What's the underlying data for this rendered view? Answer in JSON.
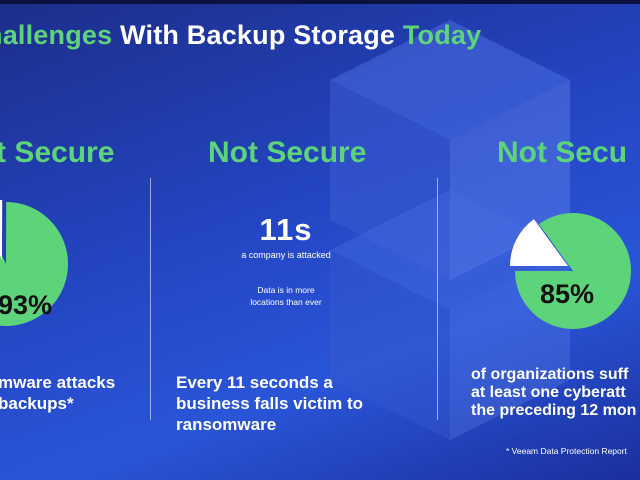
{
  "title": {
    "part1": "hallenges",
    "part2": " With Backup Storage ",
    "part3": "Today"
  },
  "columns": [
    {
      "heading": "t Secure",
      "pie_percent": 93,
      "pie_label": "93%",
      "description": [
        "mware attacks",
        "backups*"
      ]
    },
    {
      "heading": "Not Secure",
      "stat_value": "11s",
      "stat_caption": "a company is attacked",
      "stat_note": [
        "Data is in more",
        "locations than ever"
      ],
      "description": [
        "Every 11 seconds a",
        "business falls victim to",
        "ransomware"
      ]
    },
    {
      "heading": "Not Secu",
      "pie_percent": 85,
      "pie_label": "85%",
      "description": [
        "of organizations suff",
        "at least one cyberatt",
        "the preceding 12 mon"
      ]
    }
  ],
  "footnote": "* Veeam Data Protection Report",
  "colors": {
    "accent": "#5ed47a",
    "background": "#2446c4",
    "pie_remainder": "#ffffff"
  }
}
